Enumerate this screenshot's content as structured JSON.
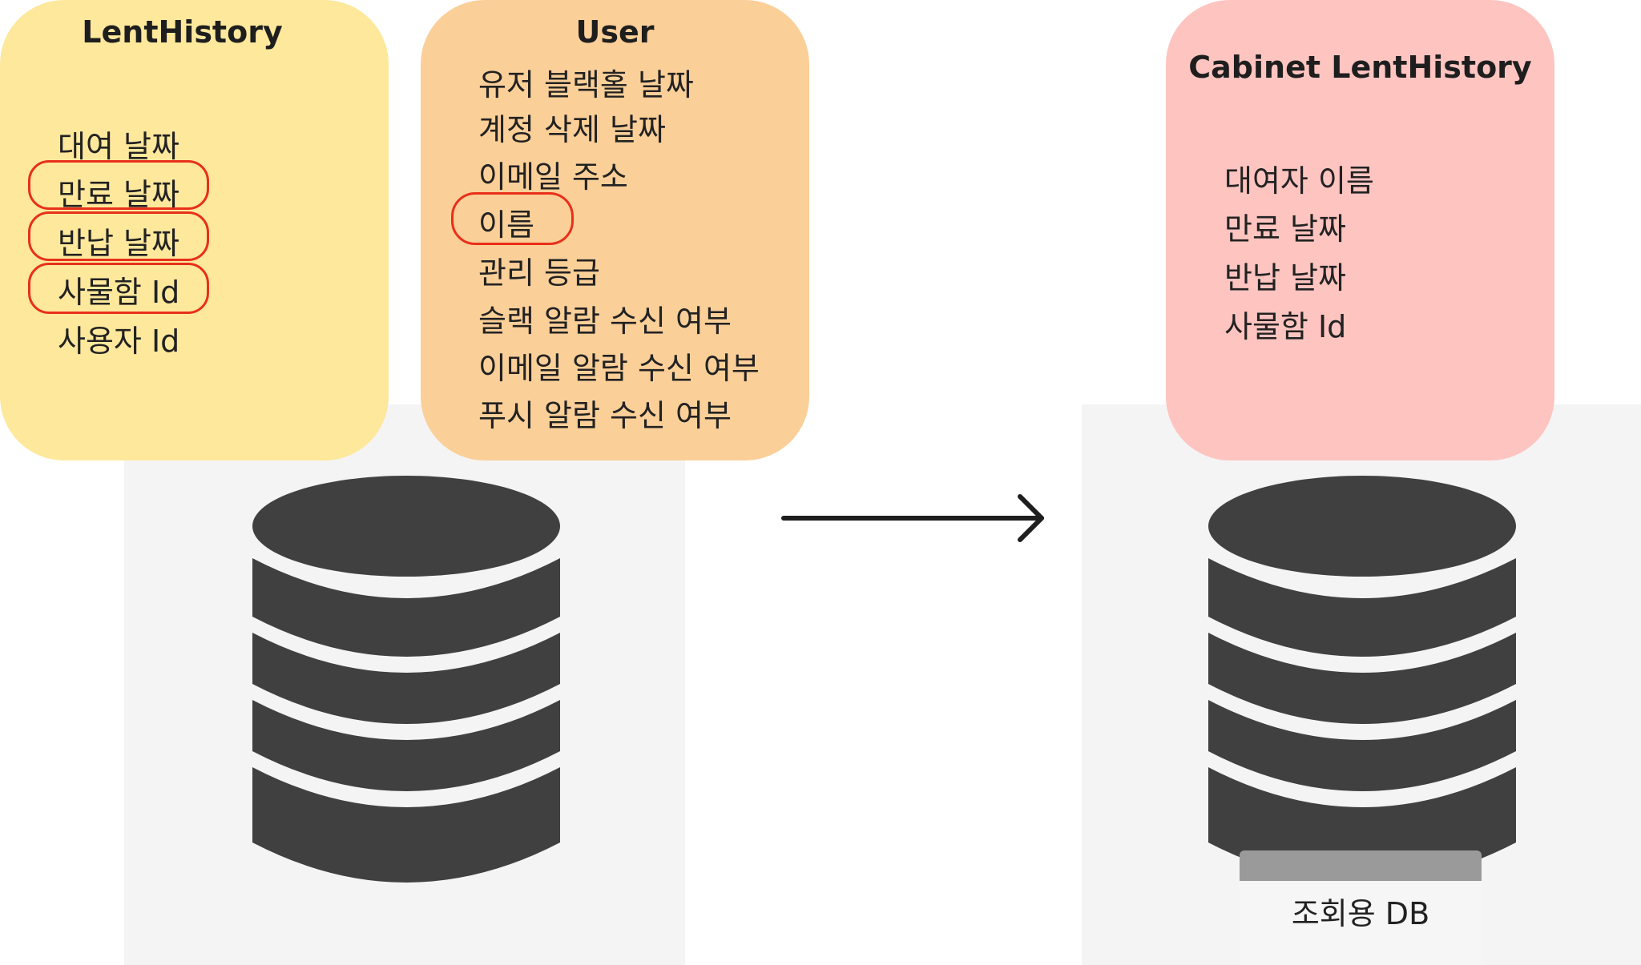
{
  "left_group": {
    "lenthistory_card": {
      "title": "LentHistory",
      "color": "#fde89c",
      "fields": [
        "대여 날짜",
        "만료 날짜",
        "반납 날짜",
        "사물함 Id",
        "사용자 Id"
      ],
      "highlighted": [
        "만료 날짜",
        "반납 날짜",
        "사물함 Id"
      ]
    },
    "user_card": {
      "title": "User",
      "color": "#fbcf98",
      "fields": [
        "유저 블랙홀 날짜",
        "계정 삭제 날짜",
        "이메일 주소",
        "이름",
        "관리 등급",
        "슬랙 알람 수신 여부",
        "이메일 알람 수신 여부",
        "푸시 알람 수신 여부"
      ],
      "highlighted": [
        "이름"
      ]
    },
    "database_icon": "database-icon"
  },
  "arrow_icon": "right-arrow-icon",
  "right_group": {
    "cabinet_card": {
      "title": "Cabinet LentHistory",
      "color": "#fec4c0",
      "fields": [
        "대여자 이름",
        "만료 날짜",
        "반납 날짜",
        "사물함 Id"
      ]
    },
    "database_icon": "database-icon",
    "db_label": "조회용 DB"
  },
  "colors": {
    "highlight": "#e8301a",
    "db": "#404040",
    "panel_bg": "#f4f4f4"
  }
}
